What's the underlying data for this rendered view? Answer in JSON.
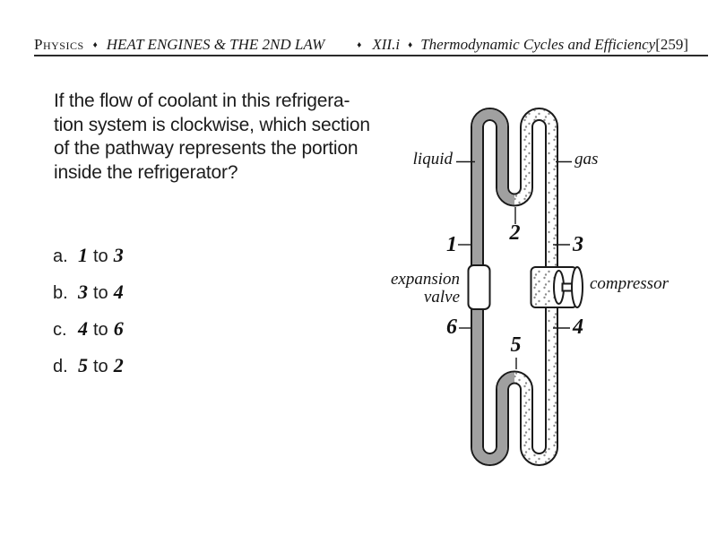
{
  "header": {
    "subject": "Physics",
    "separator": "♦",
    "chapter": "HEAT ENGINES & THE 2ND LAW",
    "section_code": "XII.i",
    "topic": "Thermodynamic Cycles and Efficiency",
    "page_number": "[259]"
  },
  "question": {
    "lines": [
      "If the flow of coolant in this refrigera-",
      "tion system is clockwise, which section",
      "of the pathway represents the portion",
      "inside the refrigerator?"
    ]
  },
  "options": [
    {
      "letter": "a.",
      "from": "1",
      "conn": "to",
      "to": "3"
    },
    {
      "letter": "b.",
      "from": "3",
      "conn": "to",
      "to": "4"
    },
    {
      "letter": "c.",
      "from": "4",
      "conn": "to",
      "to": "6"
    },
    {
      "letter": "d.",
      "from": "5",
      "conn": "to",
      "to": "2"
    }
  ],
  "diagram": {
    "labels": {
      "liquid": "liquid",
      "gas": "gas",
      "expansion_valve": [
        "expansion",
        "valve"
      ],
      "compressor": "compressor",
      "p1": "1",
      "p2": "2",
      "p3": "3",
      "p4": "4",
      "p5": "5",
      "p6": "6"
    },
    "colors": {
      "outline": "#1a1a1a",
      "liquid_fill": "#a0a0a0",
      "gas_dot": "#8c8c8c"
    }
  }
}
